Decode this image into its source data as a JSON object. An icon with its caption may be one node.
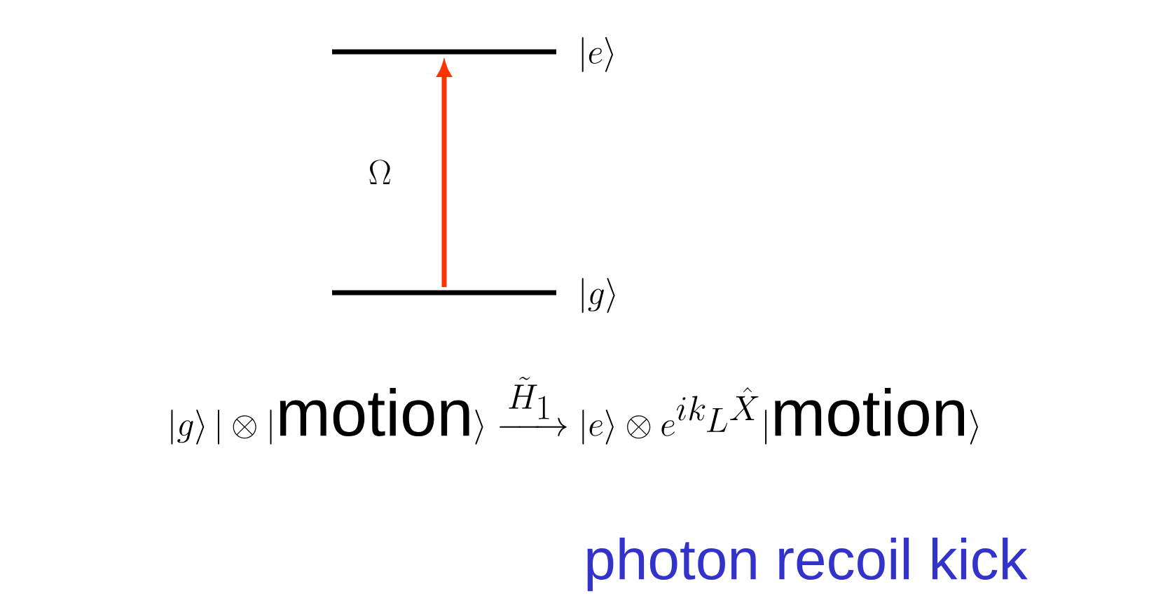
{
  "diagram": {
    "nodes": [
      {
        "text": [],
        "shape": "bar",
        "beside": [
          "|e\\rangle"
        ]
      },
      {
        "text": [],
        "shape": "bar",
        "beside": [
          "|g\\rangle"
        ]
      }
    ],
    "edges": [
      {
        "from": 1,
        "to": 0,
        "arrow": "to",
        "color": "#ff3300",
        "label": "\\Omega"
      }
    ],
    "labels": [
      "|g\\rangle\\,|\\otimes|\\text{motion}\\rangle \\xrightarrow{\\tilde{H}_1} |e\\rangle\\otimes e^{ik_L\\hat{X}}|\\text{motion}\\rangle",
      "photon recoil kick"
    ]
  }
}
